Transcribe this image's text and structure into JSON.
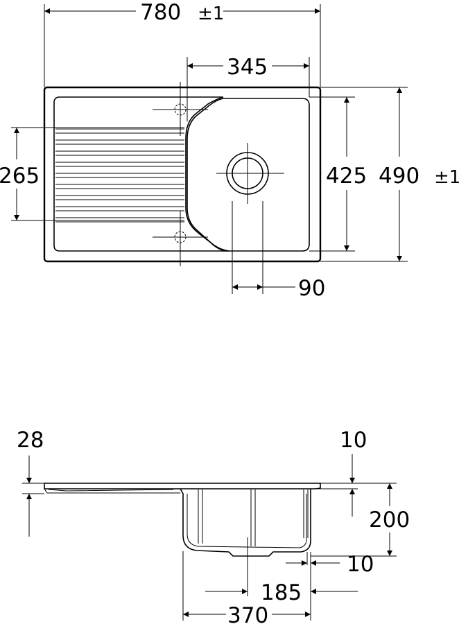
{
  "top_view": {
    "width": "780",
    "width_tolerance": "±1",
    "bowl_width": "345",
    "drainer_depth": "265",
    "bowl_depth": "425",
    "depth": "490",
    "depth_tolerance": "±1",
    "waste_diameter": "90"
  },
  "side_view": {
    "overall_height": "28",
    "rim_thickness": "10",
    "bowl_height": "200",
    "bottom_offset": "10",
    "half_bowl": "185",
    "bowl_length": "370"
  }
}
